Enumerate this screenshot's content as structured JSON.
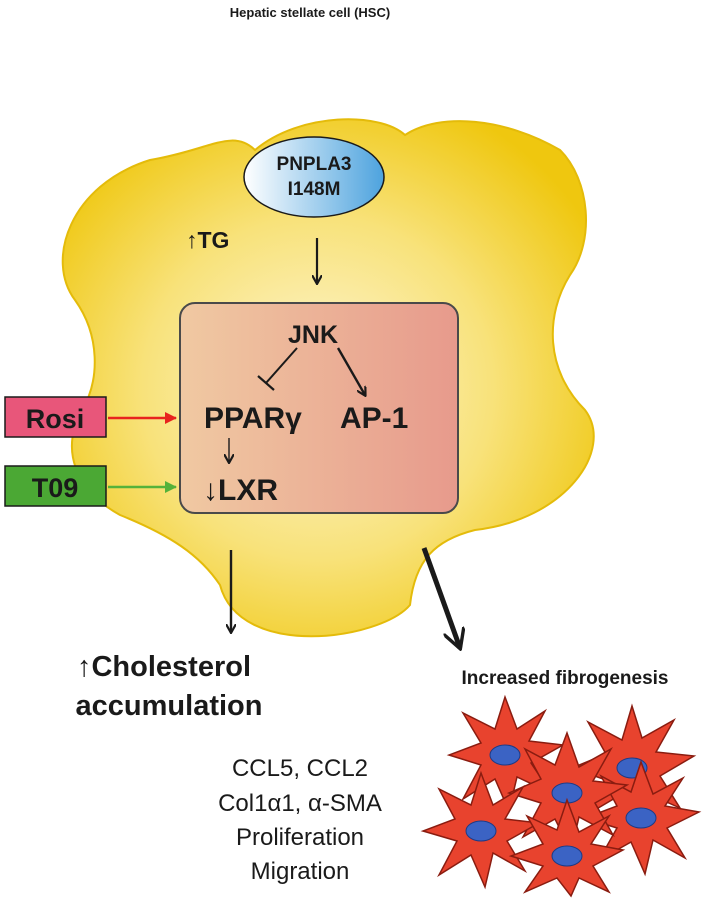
{
  "title": "Hepatic stellate cell (HSC)",
  "pnpla3": {
    "line1": "PNPLA3",
    "line2": "I148M"
  },
  "tg": "↑TG",
  "nodes": {
    "jnk": "JNK",
    "ppar": "PPARγ",
    "ap1": "AP-1",
    "lxr": "↓LXR"
  },
  "drugs": {
    "rosi": "Rosi",
    "t09": "T09"
  },
  "outcomes": {
    "cholesterol_line1": "↑Cholesterol",
    "cholesterol_line2": "accumulation",
    "fibrogenesis": "Increased fibrogenesis"
  },
  "markers": [
    "CCL5, CCL2",
    "Col1α1, α-SMA",
    "Proliferation",
    "Migration"
  ],
  "colors": {
    "cell_fill": "#f4d21c",
    "cell_center": "#fbeeb2",
    "nucleus_box": "#e9a391",
    "rosi_box": "#e8567a",
    "t09_box": "#4ba834",
    "rosi_arrow": "#e8231e",
    "t09_arrow": "#55b23a",
    "activated_cell": "#e8432e",
    "activated_nucleus": "#3b63c4",
    "pnpla3_gradient_end": "#55a8e0"
  }
}
